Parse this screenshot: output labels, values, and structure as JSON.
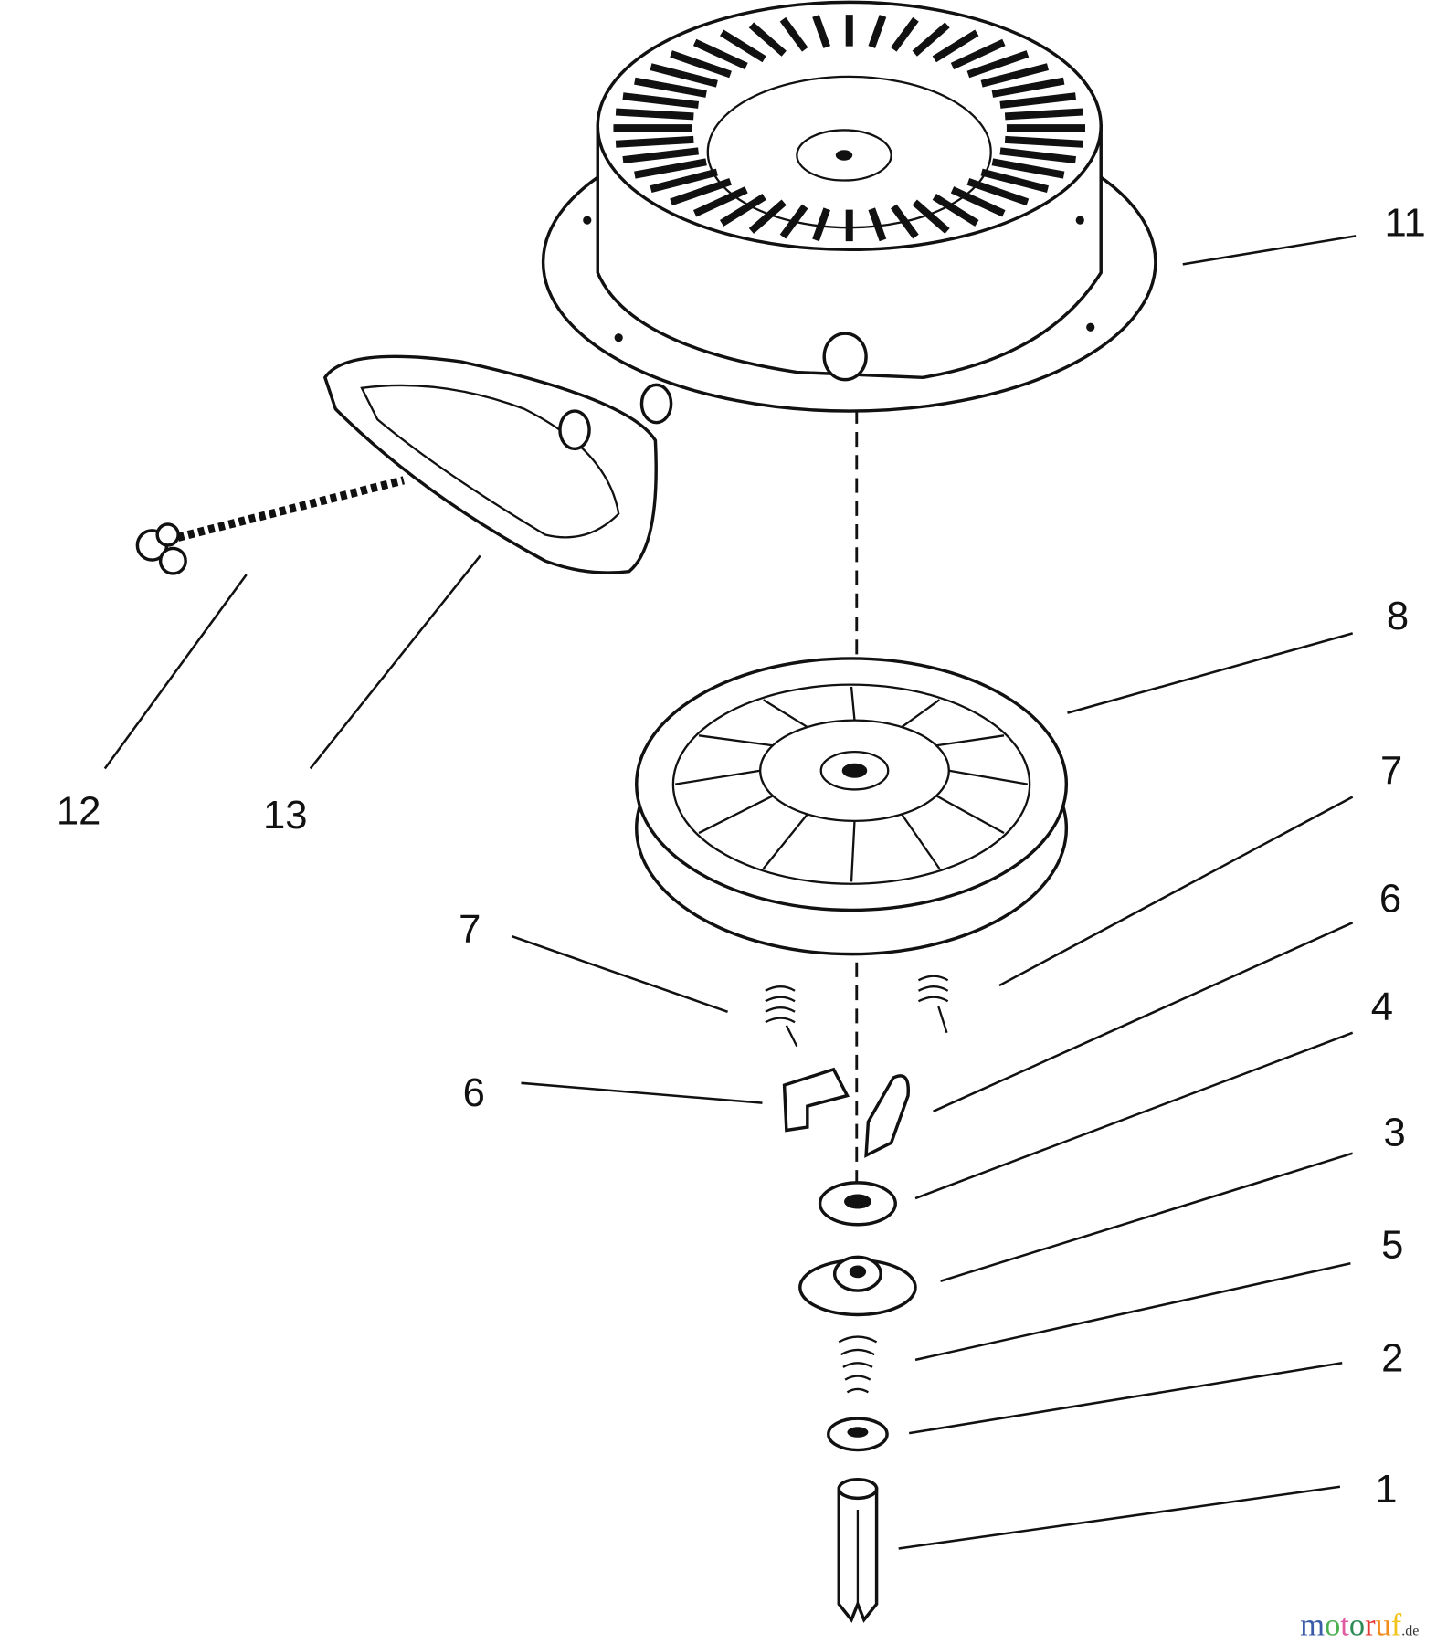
{
  "diagram": {
    "callouts": [
      {
        "id": "c11",
        "label": "11",
        "part": "recoil-starter-housing"
      },
      {
        "id": "c8",
        "label": "8",
        "part": "pulley"
      },
      {
        "id": "c7r",
        "label": "7",
        "part": "spring"
      },
      {
        "id": "c6r",
        "label": "6",
        "part": "pawl"
      },
      {
        "id": "c4",
        "label": "4",
        "part": "washer"
      },
      {
        "id": "c3",
        "label": "3",
        "part": "retainer"
      },
      {
        "id": "c5",
        "label": "5",
        "part": "spring"
      },
      {
        "id": "c2",
        "label": "2",
        "part": "washer"
      },
      {
        "id": "c1",
        "label": "1",
        "part": "pin"
      },
      {
        "id": "c12",
        "label": "12",
        "part": "rope"
      },
      {
        "id": "c13",
        "label": "13",
        "part": "handle"
      },
      {
        "id": "c7l",
        "label": "7",
        "part": "spring"
      },
      {
        "id": "c6l",
        "label": "6",
        "part": "pawl"
      }
    ]
  },
  "watermark": {
    "brand": "motoruf",
    "suffix": ".de",
    "colors": [
      "#3a5ca8",
      "#4caf50",
      "#e05aa0",
      "#2e8b57",
      "#e53935",
      "#f28c1a",
      "#f2c318"
    ]
  }
}
